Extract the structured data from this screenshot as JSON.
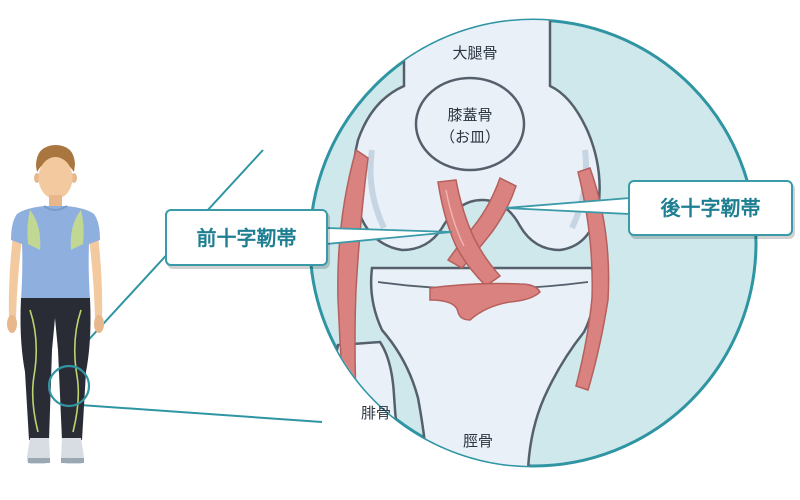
{
  "labels": {
    "femur": "大腿骨",
    "patella_line1": "膝蓋骨",
    "patella_line2": "（お皿）",
    "fibula": "腓骨",
    "tibia": "脛骨",
    "acl": "前十字靭帯",
    "pcl": "後十字靭帯"
  },
  "colors": {
    "accent": "#2f95a3",
    "magnifier_fill": "#cfe8ec",
    "bone": "#e9f0f7",
    "bone_outline": "#55606c",
    "ligament": "#d9827f",
    "callout_text": "#1f7f92"
  }
}
